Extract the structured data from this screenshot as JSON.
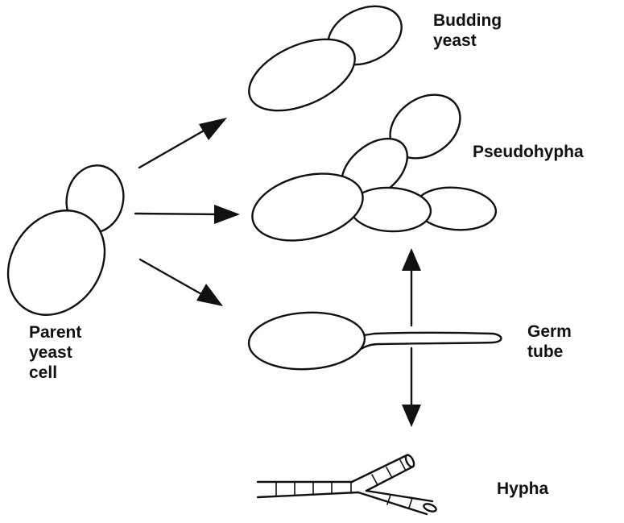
{
  "labels": {
    "budding_yeast": [
      "Budding",
      "yeast"
    ],
    "pseudohypha": [
      "Pseudohypha"
    ],
    "parent_yeast_cell": [
      "Parent",
      "yeast",
      "cell"
    ],
    "germ_tube": [
      "Germ",
      "tube"
    ],
    "hypha": [
      "Hypha"
    ]
  },
  "arrows": [
    {
      "from": "parent-yeast-cell",
      "to": "budding-yeast"
    },
    {
      "from": "parent-yeast-cell",
      "to": "pseudohypha"
    },
    {
      "from": "parent-yeast-cell",
      "to": "germ-tube"
    },
    {
      "from": "germ-tube",
      "to": "pseudohypha"
    },
    {
      "from": "germ-tube",
      "to": "hypha"
    }
  ],
  "colors": {
    "ink": "#111111",
    "background": "#ffffff"
  }
}
